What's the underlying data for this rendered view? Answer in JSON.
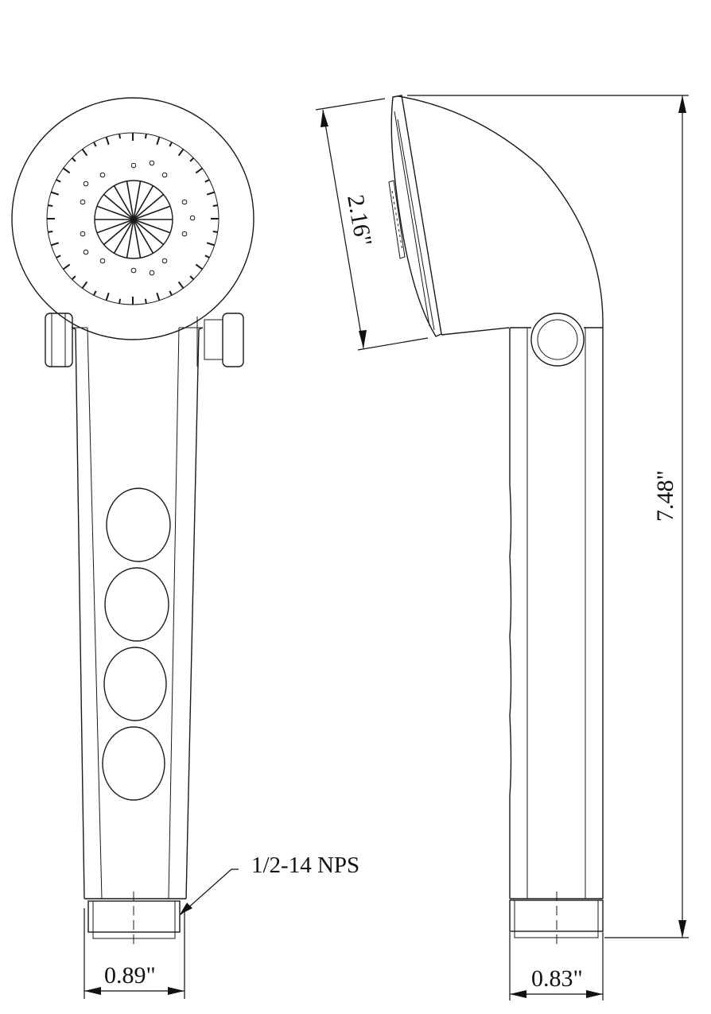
{
  "drawing": {
    "title": "Hand shower technical drawing",
    "line_color": "#1a1a1a",
    "background": "#ffffff",
    "views": [
      {
        "name": "front-view",
        "features": [
          "round spray face",
          "center star nozzle",
          "4 buttons on handle",
          "side pivot lugs",
          "threaded connector"
        ]
      },
      {
        "name": "side-view",
        "features": [
          "angled spray head",
          "pivot ring",
          "straight handle",
          "threaded connector"
        ]
      }
    ]
  },
  "dimensions": {
    "head_diameter": "2.16\"",
    "overall_height": "7.48\"",
    "front_connector_width": "0.89\"",
    "side_connector_width": "0.83\""
  },
  "annotations": {
    "thread_spec": "1/2-14 NPS"
  }
}
